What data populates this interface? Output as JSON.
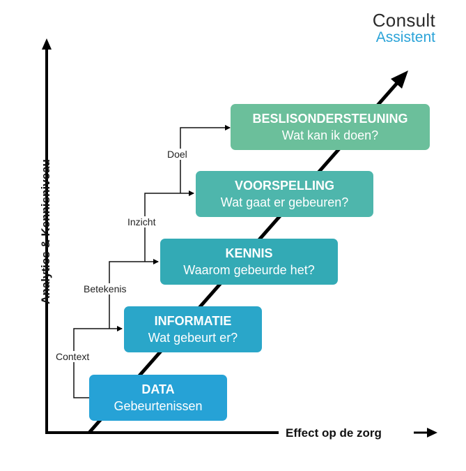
{
  "logo": {
    "line1": "Consult",
    "line2": "Assistent"
  },
  "axes": {
    "y_label": "Analytics & Kennisniveau",
    "x_label": "Effect op de zorg"
  },
  "steps": [
    {
      "title": "DATA",
      "subtitle": "Gebeurtenissen",
      "color": "#26a2d6"
    },
    {
      "title": "INFORMATIE",
      "subtitle": "Wat gebeurt er?",
      "color": "#2aa6c9"
    },
    {
      "title": "KENNIS",
      "subtitle": "Waarom gebeurde het?",
      "color": "#33aab5"
    },
    {
      "title": "VOORSPELLING",
      "subtitle": "Wat gaat er gebeuren?",
      "color": "#4eb6ac"
    },
    {
      "title": "BESLISONDERSTEUNING",
      "subtitle": "Wat kan ik doen?",
      "color": "#6bbf9b"
    }
  ],
  "connectors": [
    "Context",
    "Betekenis",
    "Inzicht",
    "Doel"
  ],
  "colors": {
    "axis": "#000000",
    "line": "#111111"
  }
}
